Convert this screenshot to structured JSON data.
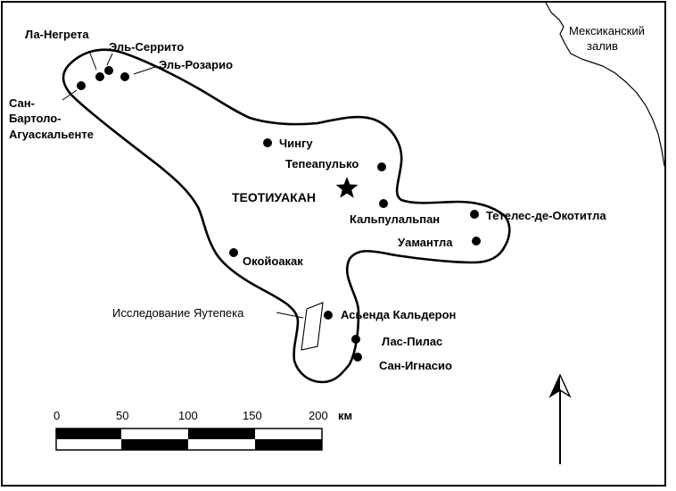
{
  "sea_label": [
    "Мексиканский",
    "залив"
  ],
  "capital": "ТЕОТИУАКАН",
  "survey": "Исследование Яутепека",
  "sites": {
    "la_negreta": "Ла-Негрета",
    "el_serrito": "Эль-Серрито",
    "el_rosario": "Эль-Розарио",
    "san_bartolo": [
      "Сан-",
      "Бартоло-",
      "Агуаскальенте"
    ],
    "chingu": "Чингу",
    "tepeapulco": "Тепеапулько",
    "calpulalpan": "Кальпулальпан",
    "tetelez": "Тетелес-де-Окотитла",
    "huamantla": "Уамантла",
    "ocoyoacac": "Окойоакак",
    "hacienda": "Асьенда Кальдерон",
    "las_pilas": "Лас-Пилас",
    "san_ignacio": "Сан-Игнасио"
  },
  "scale": {
    "ticks": [
      "0",
      "50",
      "100",
      "150",
      "200"
    ],
    "unit": "км"
  },
  "icons": {
    "north": "north-arrow-icon",
    "capital": "star-icon",
    "site": "site-dot-icon"
  }
}
